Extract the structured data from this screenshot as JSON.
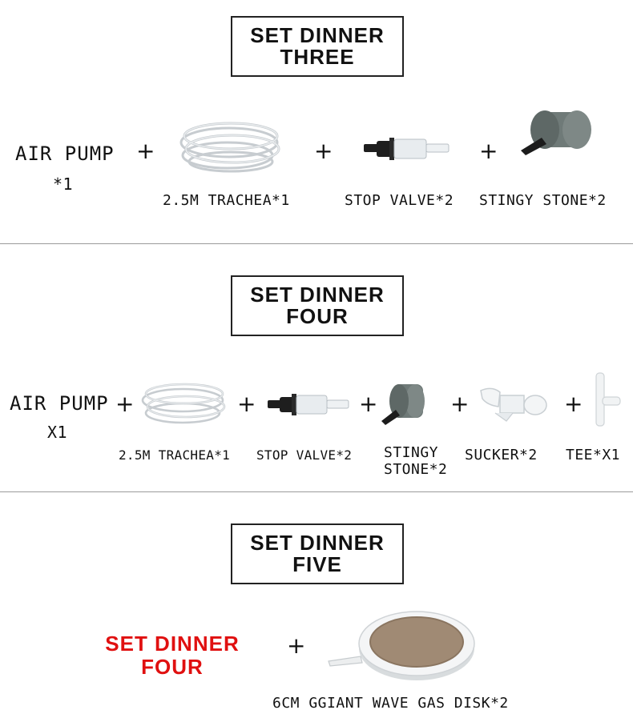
{
  "sections": [
    {
      "title": [
        "SET DINNER",
        "THREE"
      ],
      "air_pump": [
        "AIR PUMP",
        "*1"
      ],
      "plus": "+",
      "labels": {
        "tube": "2.5M TRACHEA*1",
        "valve": "STOP VALVE*2",
        "stone": "STINGY STONE*2"
      }
    },
    {
      "title": [
        "SET DINNER",
        "FOUR"
      ],
      "air_pump": [
        "AIR PUMP",
        "X1"
      ],
      "plus": "+",
      "labels": {
        "tube": "2.5M TRACHEA*1",
        "valve": "STOP VALVE*2",
        "stone": [
          "STINGY",
          "STONE*2"
        ],
        "sucker": "SUCKER*2",
        "tee": "TEE*X1"
      }
    },
    {
      "title": [
        "SET DINNER",
        "FIVE"
      ],
      "base": [
        "SET DINNER",
        "FOUR"
      ],
      "plus": "+",
      "labels": {
        "disk": "6CM GGIANT WAVE GAS DISK*2"
      }
    }
  ],
  "colors": {
    "accent_red": "#e01010",
    "stone": "#6f7a78",
    "disk_stone": "#a08a74"
  },
  "icons": [
    "tube-coil-icon",
    "stop-valve-icon",
    "air-stone-icon",
    "sucker-icon",
    "tee-connector-icon",
    "gas-disk-icon"
  ]
}
